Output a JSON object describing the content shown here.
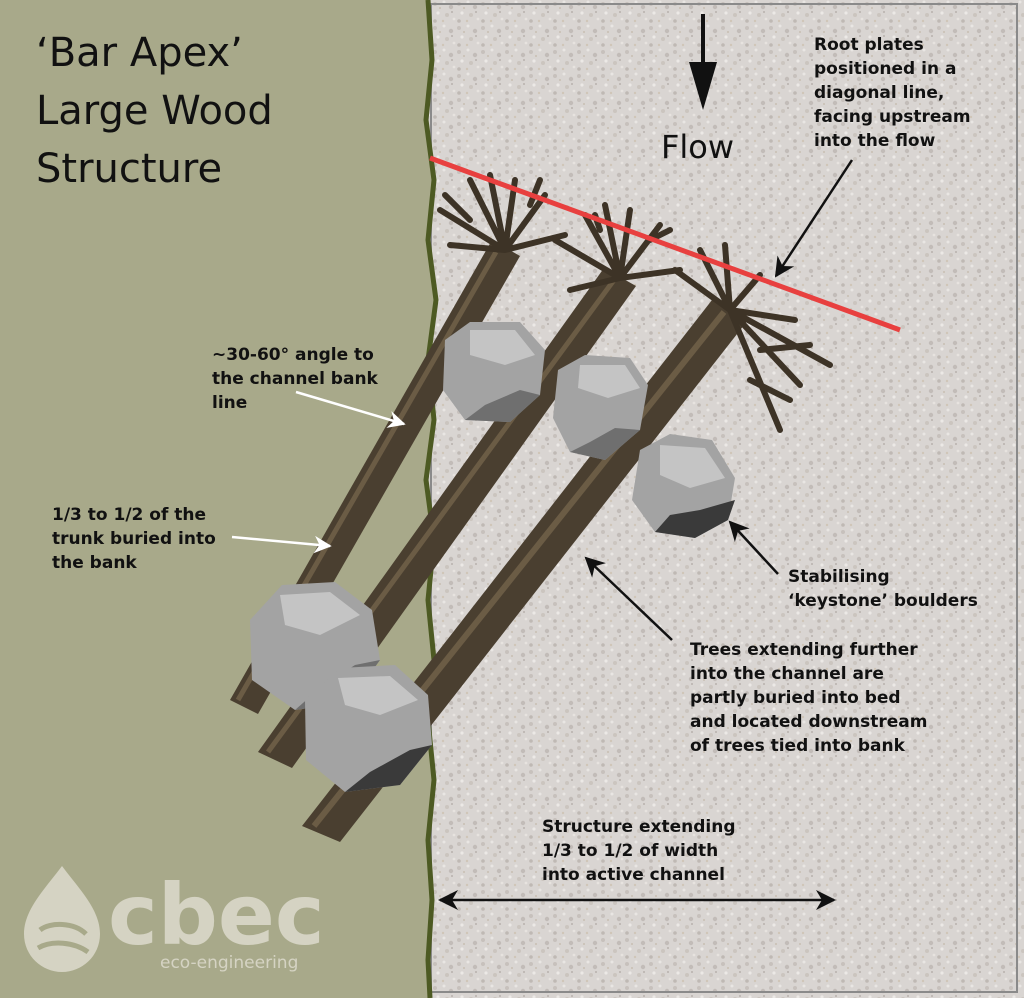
{
  "title": {
    "lines": [
      "‘Bar Apex’",
      "Large Wood",
      "Structure"
    ]
  },
  "flow": {
    "label": "Flow"
  },
  "annotations": {
    "root_plates": [
      "Root plates",
      "positioned in a",
      "diagonal line,",
      "facing upstream",
      "into the flow"
    ],
    "angle": [
      "~30-60° angle to",
      "the channel bank",
      "line"
    ],
    "buried": [
      "1/3 to 1/2 of the",
      "trunk buried into",
      "the bank"
    ],
    "keystone": [
      "Stabilising",
      "‘keystone’ boulders"
    ],
    "trees_extending": [
      "Trees extending further",
      "into the channel are",
      "partly buried into bed",
      "and located downstream",
      "of trees tied into bank"
    ],
    "structure_width": [
      "Structure extending",
      "1/3 to 1/2 of width",
      "into active channel"
    ]
  },
  "logo": {
    "name": "cbec",
    "tagline": "eco-engineering"
  },
  "colors": {
    "bank": "#a8a98a",
    "bank_edge": "#4d5a23",
    "channel": "#d8d4d1",
    "rootline": "#e8403f",
    "trunk": "#4a3f30",
    "boulder": "#9e9e9e",
    "white_arrow": "#ffffff"
  }
}
